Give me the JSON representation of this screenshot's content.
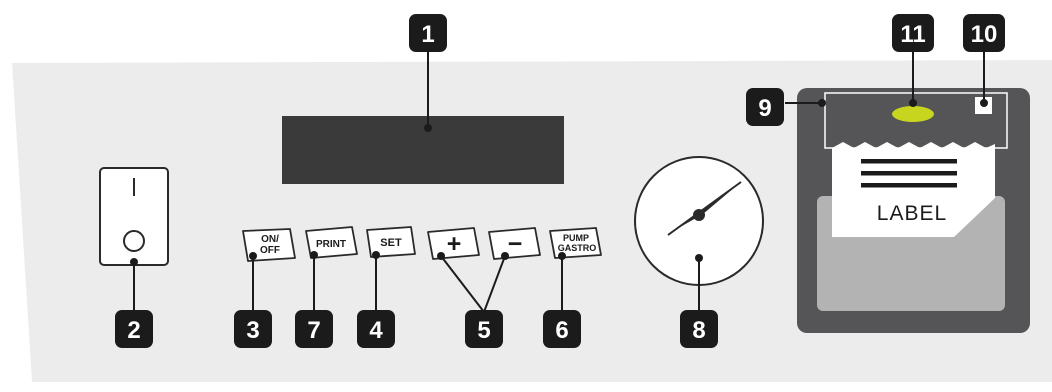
{
  "buttons": {
    "on_off_line1": "ON/",
    "on_off_line2": "OFF",
    "print": "PRINT",
    "set": "SET",
    "plus": "+",
    "minus": "−",
    "pump_line1": "PUMP",
    "pump_line2": "GASTRO"
  },
  "printer": {
    "label_text": "LABEL"
  },
  "callouts": [
    "1",
    "2",
    "3",
    "4",
    "5",
    "6",
    "7",
    "8",
    "9",
    "10",
    "11"
  ],
  "colors": {
    "panel": "#ececec",
    "display": "#3a3a3a",
    "badge": "#1b1b1b",
    "printer_body": "#555557",
    "led": "#c8d51e",
    "paper_tray": "#b3b3b3"
  }
}
